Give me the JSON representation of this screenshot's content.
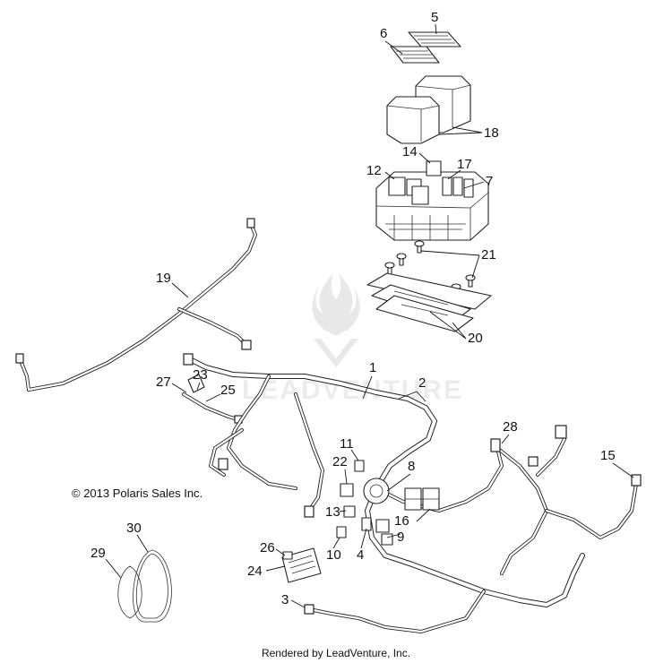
{
  "callouts": [
    {
      "label": "1"
    },
    {
      "label": "2"
    },
    {
      "label": "3"
    },
    {
      "label": "4"
    },
    {
      "label": "5"
    },
    {
      "label": "6"
    },
    {
      "label": "7"
    },
    {
      "label": "8"
    },
    {
      "label": "9"
    },
    {
      "label": "10"
    },
    {
      "label": "11"
    },
    {
      "label": "12"
    },
    {
      "label": "13"
    },
    {
      "label": "14"
    },
    {
      "label": "15"
    },
    {
      "label": "16"
    },
    {
      "label": "17"
    },
    {
      "label": "18"
    },
    {
      "label": "19"
    },
    {
      "label": "20"
    },
    {
      "label": "21"
    },
    {
      "label": "22"
    },
    {
      "label": "23"
    },
    {
      "label": "24"
    },
    {
      "label": "25"
    },
    {
      "label": "26"
    },
    {
      "label": "27"
    },
    {
      "label": "28"
    },
    {
      "label": "29"
    },
    {
      "label": "30"
    }
  ],
  "copyright": "© 2013 Polaris Sales Inc.",
  "footer": "Rendered by LeadVenture, Inc.",
  "watermark": "LEADVENTURE"
}
